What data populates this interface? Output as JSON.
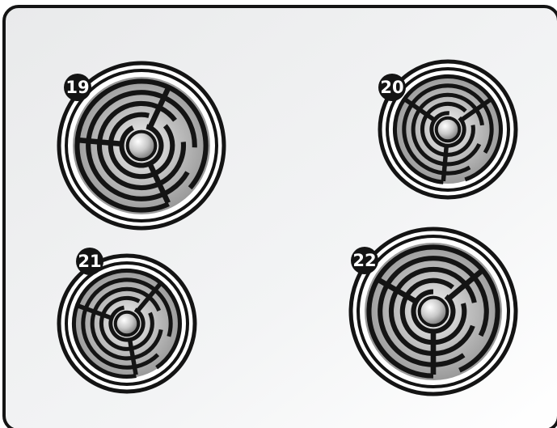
{
  "diagram": {
    "title": "",
    "panel_fill": "#f0f1f2",
    "panel_stroke": "#141414",
    "coil_color": "#141414",
    "burners": [
      {
        "id": "19",
        "label": "19"
      },
      {
        "id": "20",
        "label": "20"
      },
      {
        "id": "21",
        "label": "21"
      },
      {
        "id": "22",
        "label": "22"
      }
    ]
  }
}
